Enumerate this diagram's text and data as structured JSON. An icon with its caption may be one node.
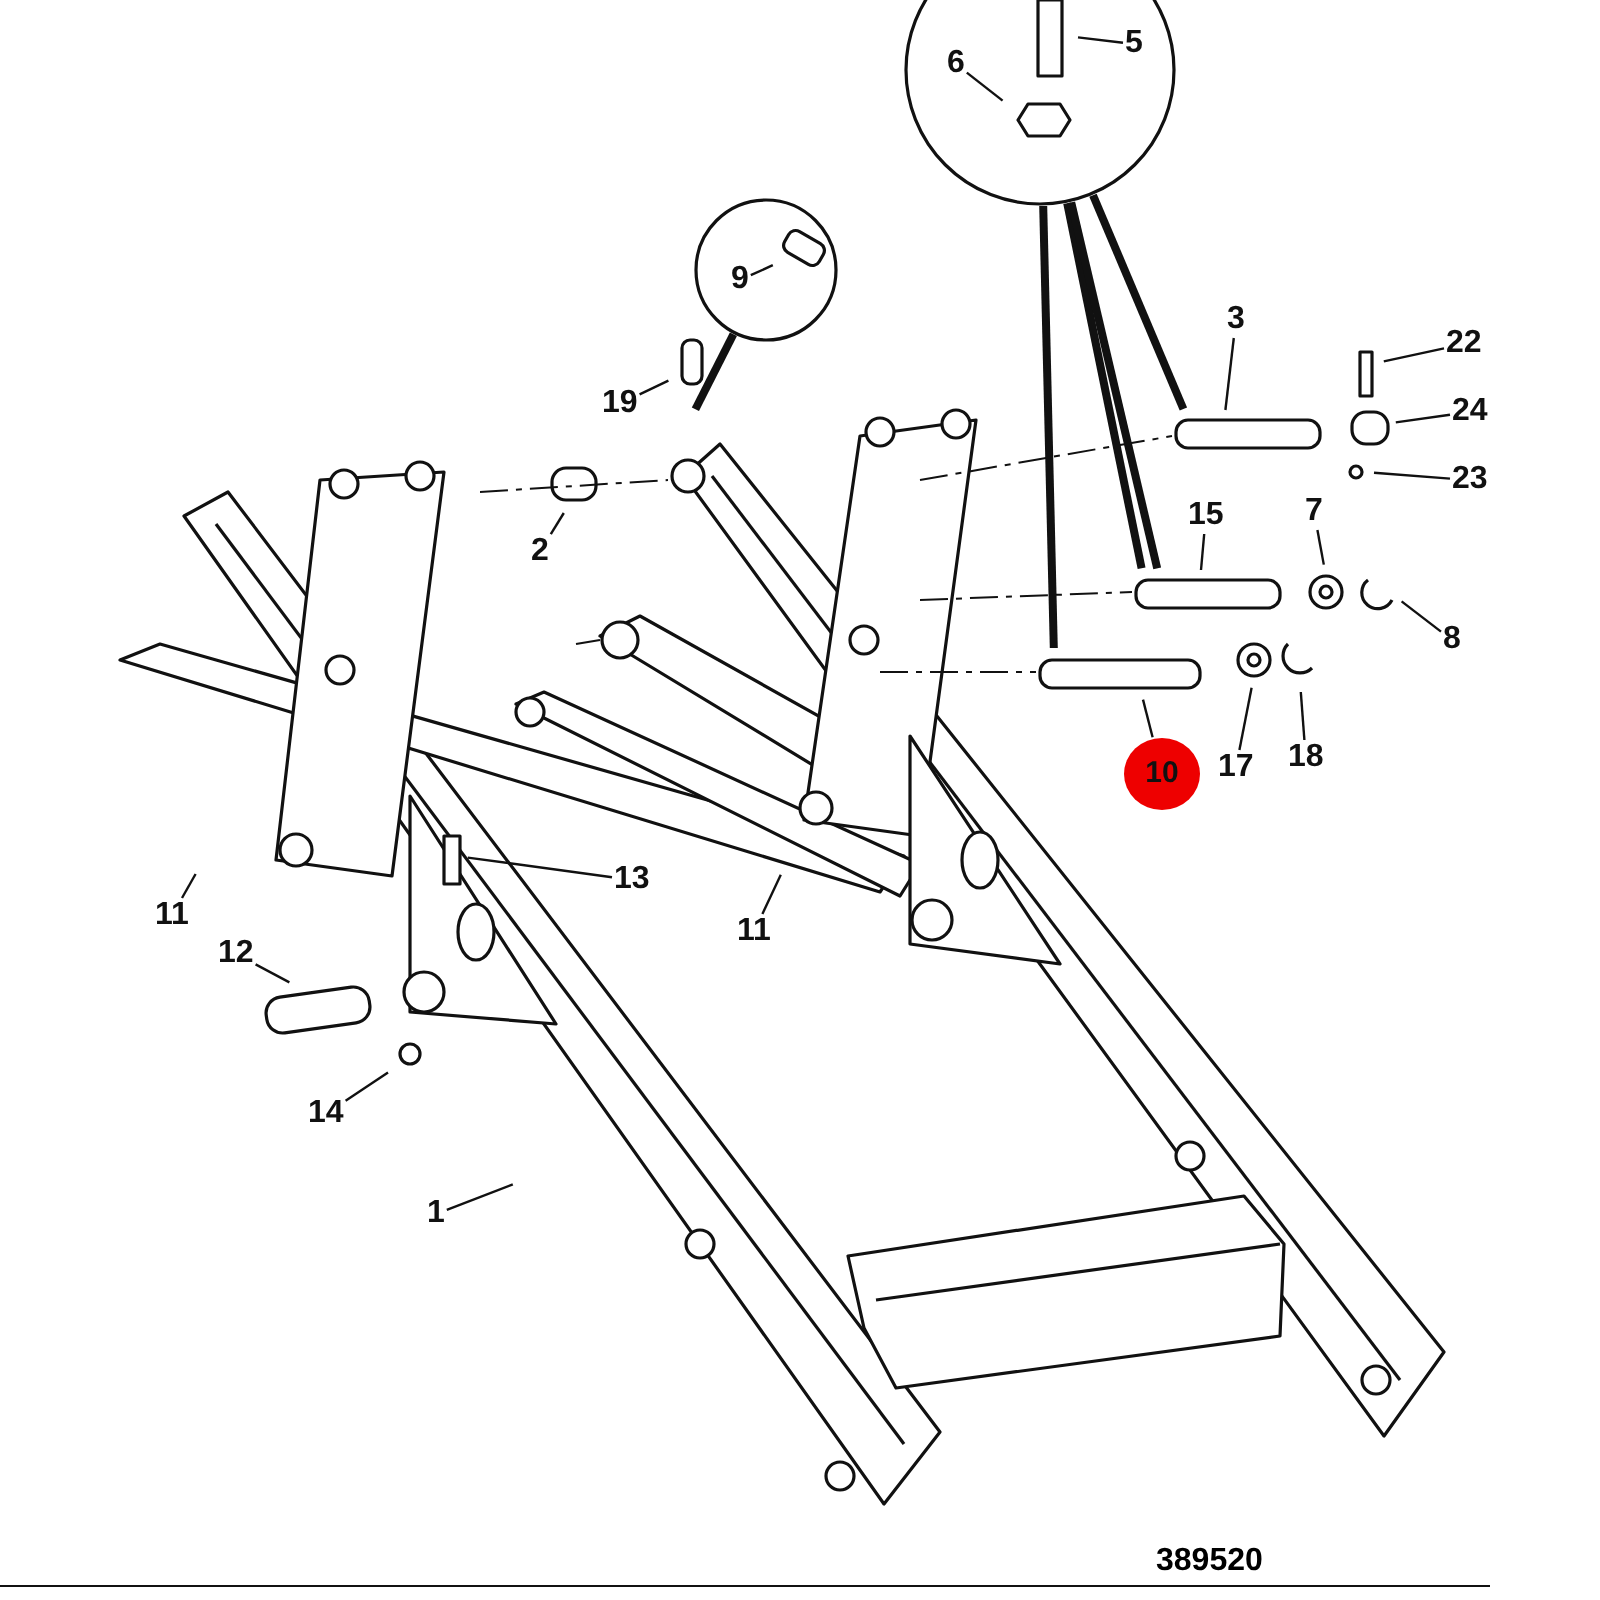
{
  "diagram": {
    "nodes": [
      {
        "text": [],
        "shape": "circle"
      },
      {
        "text": [
          "6"
        ],
        "in": 0
      },
      {
        "text": [
          "5"
        ],
        "in": 0
      },
      {
        "text": [],
        "shape": "circle"
      },
      {
        "text": [
          "9"
        ],
        "in": 3
      },
      {
        "text": [
          "3"
        ]
      },
      {
        "text": [
          "22"
        ]
      },
      {
        "text": [
          "24"
        ]
      },
      {
        "text": [
          "23"
        ]
      },
      {
        "text": [
          "19"
        ]
      },
      {
        "text": [
          "2"
        ]
      },
      {
        "text": [
          "15"
        ]
      },
      {
        "text": [
          "7"
        ]
      },
      {
        "text": [
          "8"
        ]
      },
      {
        "text": [
          "17"
        ]
      },
      {
        "text": [
          "18"
        ]
      },
      {
        "text": [
          "10"
        ]
      },
      {
        "text": [
          "13"
        ]
      },
      {
        "text": [
          "11"
        ]
      },
      {
        "text": [
          "11"
        ]
      },
      {
        "text": [
          "12"
        ]
      },
      {
        "text": [
          "14"
        ]
      },
      {
        "text": [
          "1"
        ]
      }
    ],
    "edges": [
      {
        "from": 1,
        "to": null,
        "arrow": "none"
      },
      {
        "from": 2,
        "to": null,
        "arrow": "none"
      },
      {
        "from": 4,
        "to": null,
        "arrow": "none"
      },
      {
        "from": 5,
        "to": null,
        "arrow": "none"
      },
      {
        "from": 6,
        "to": null,
        "arrow": "none"
      },
      {
        "from": 7,
        "to": null,
        "arrow": "none"
      },
      {
        "from": 8,
        "to": null,
        "arrow": "none"
      },
      {
        "from": 9,
        "to": null,
        "arrow": "none"
      },
      {
        "from": 10,
        "to": null,
        "arrow": "none"
      },
      {
        "from": 11,
        "to": null,
        "arrow": "none"
      },
      {
        "from": 12,
        "to": null,
        "arrow": "none"
      },
      {
        "from": 13,
        "to": null,
        "arrow": "none"
      },
      {
        "from": 14,
        "to": null,
        "arrow": "none"
      },
      {
        "from": 15,
        "to": null,
        "arrow": "none"
      },
      {
        "from": 16,
        "to": null,
        "arrow": "none"
      },
      {
        "from": 17,
        "to": null,
        "arrow": "none"
      },
      {
        "from": 18,
        "to": null,
        "arrow": "none"
      },
      {
        "from": 19,
        "to": null,
        "arrow": "none"
      },
      {
        "from": 20,
        "to": null,
        "arrow": "none"
      },
      {
        "from": 21,
        "to": null,
        "arrow": "none"
      },
      {
        "from": 22,
        "to": null,
        "arrow": "none"
      },
      {
        "from": 0,
        "to": null,
        "arrow": "none",
        "style": "thick"
      },
      {
        "from": 0,
        "to": null,
        "arrow": "none",
        "style": "thick"
      },
      {
        "from": 0,
        "to": null,
        "arrow": "none",
        "style": "thick"
      },
      {
        "from": 0,
        "to": null,
        "arrow": "none",
        "style": "thick"
      },
      {
        "from": 3,
        "to": null,
        "arrow": "none",
        "style": "thick"
      }
    ],
    "labels": [
      "389520"
    ]
  }
}
